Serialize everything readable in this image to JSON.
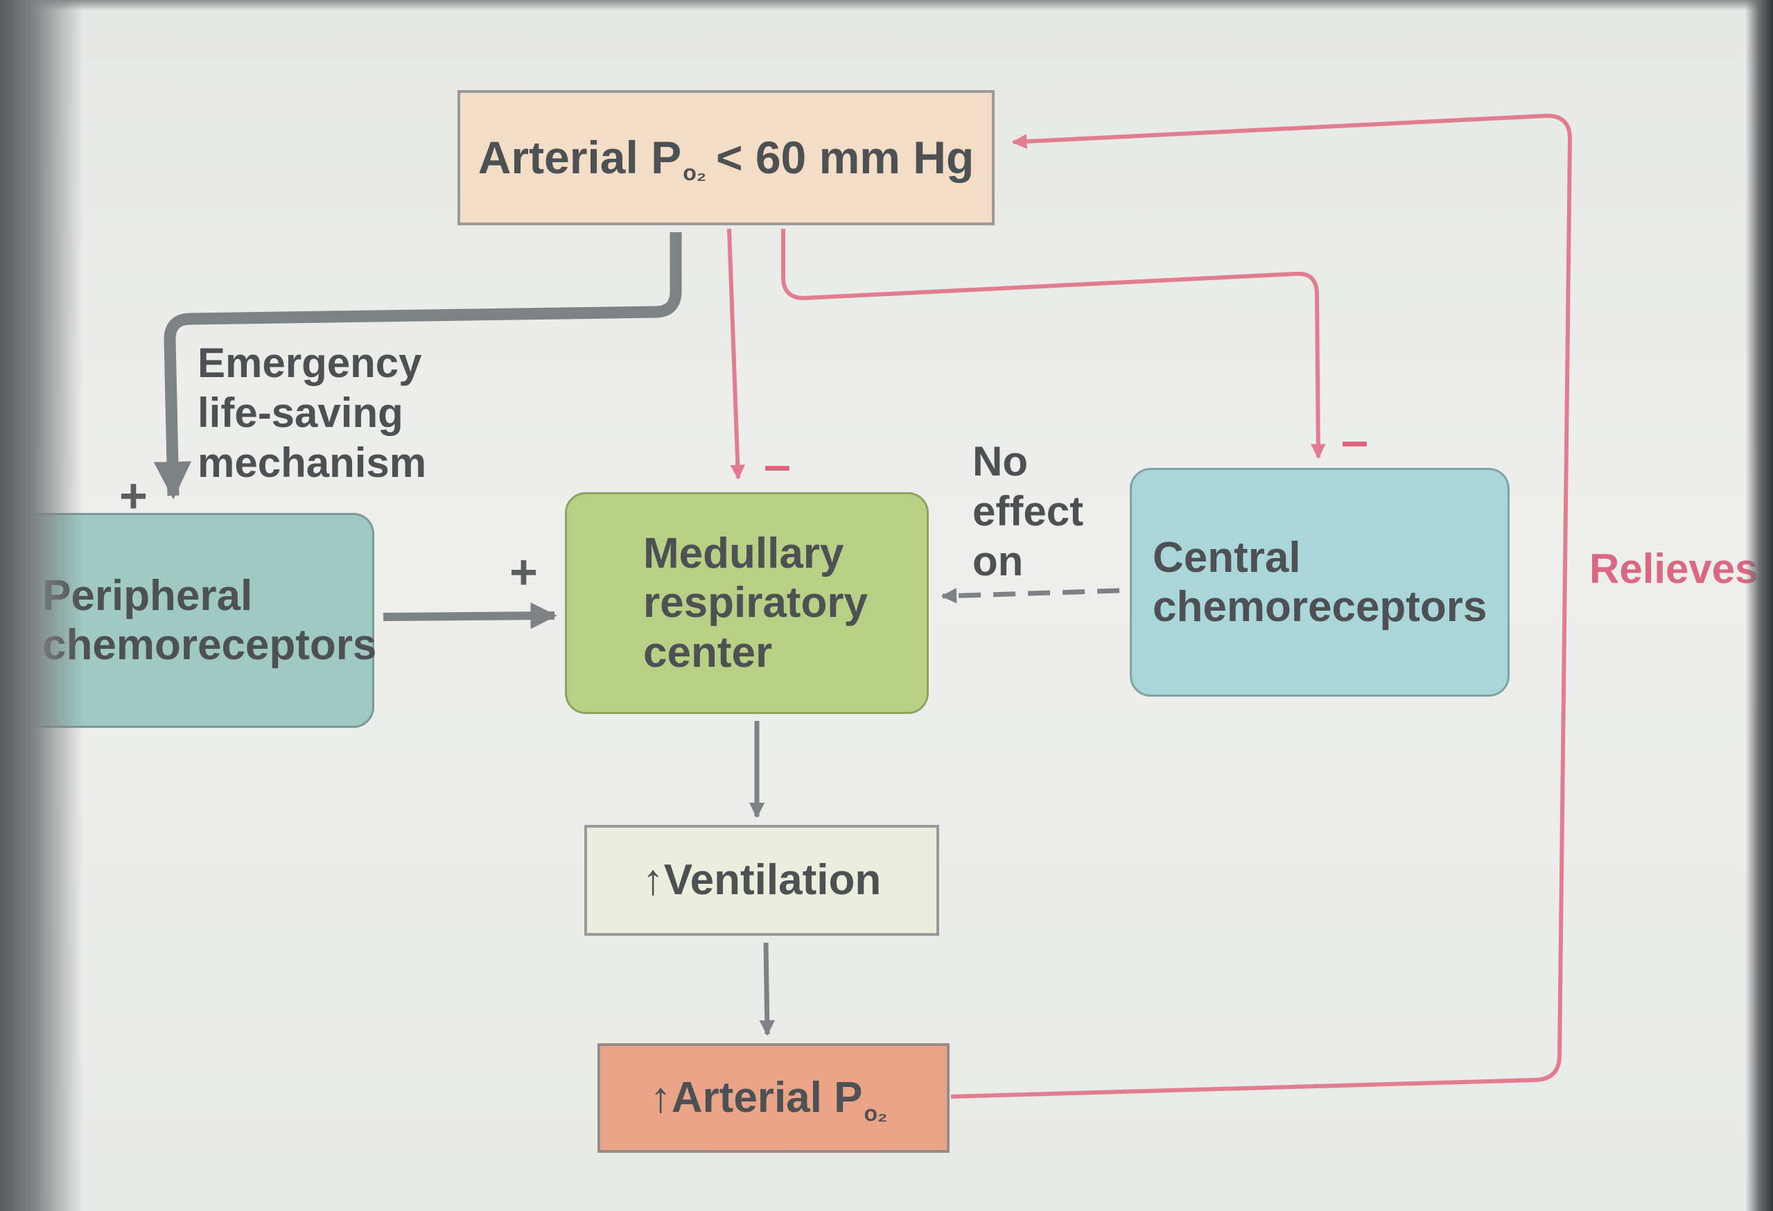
{
  "nodes": {
    "top": {
      "prefix": "Arterial P",
      "subscript": "o₂",
      "suffix": "< 60 mm Hg"
    },
    "peripheral": {
      "line1": "Peripheral",
      "line2": "chemoreceptors"
    },
    "medullary": {
      "line1": "Medullary",
      "line2": "respiratory",
      "line3": "center"
    },
    "central": {
      "line1": "Central",
      "line2": "chemoreceptors"
    },
    "ventilation": {
      "arrow": "↑",
      "label": "Ventilation"
    },
    "bottom": {
      "arrow": "↑",
      "prefix": "Arterial P",
      "subscript": "o₂"
    }
  },
  "labels": {
    "emergency": {
      "line1": "Emergency",
      "line2": "life-saving",
      "line3": "mechanism"
    },
    "no_effect": {
      "line1": "No",
      "line2": "effect",
      "line3": "on"
    },
    "relieves": "Relieves"
  },
  "signs": {
    "peripheral_input": "+",
    "peripheral_to_medullary": "+",
    "medullary_input": "–",
    "central_input": "–"
  },
  "colors": {
    "gray_arrow": "#7d8285",
    "pink_arrow": "#e27d90",
    "top_box": "#f4ddc6",
    "peripheral_box": "#9fc9c1",
    "medullary_box": "#b8cf86",
    "central_box": "#aad6da",
    "ventilation_box": "#eceedd",
    "bottom_box": "#eaa588"
  }
}
